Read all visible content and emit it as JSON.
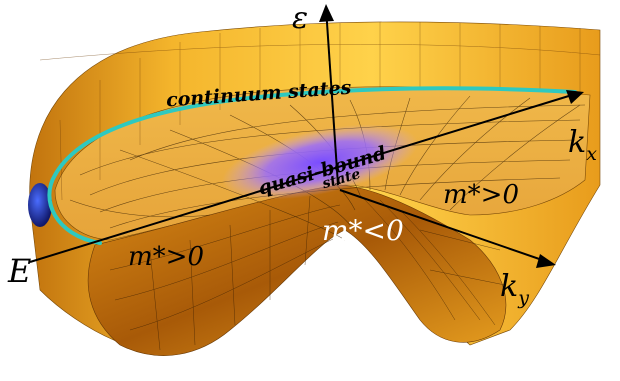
{
  "axes": {
    "energy": "ε",
    "kx_base": "k",
    "kx_sub": "x",
    "ky_base": "k",
    "ky_sub": "y",
    "energy_axis": "E"
  },
  "regions": {
    "continuum": "continuum states",
    "quasi_bound_line1": "quasi-bound",
    "quasi_bound_line2": "state",
    "mass_negative": "m*<0",
    "mass_positive_right": "m*>0",
    "mass_positive_left": "m*>0"
  },
  "colors": {
    "surface_light": "#ffd24a",
    "surface_mid": "#f2a51c",
    "surface_dark": "#b8660a",
    "cyan_ring": "#2ec9c0",
    "quasi_bound_glow": "#8a5cff",
    "blob_blue": "#1a2a8a"
  }
}
